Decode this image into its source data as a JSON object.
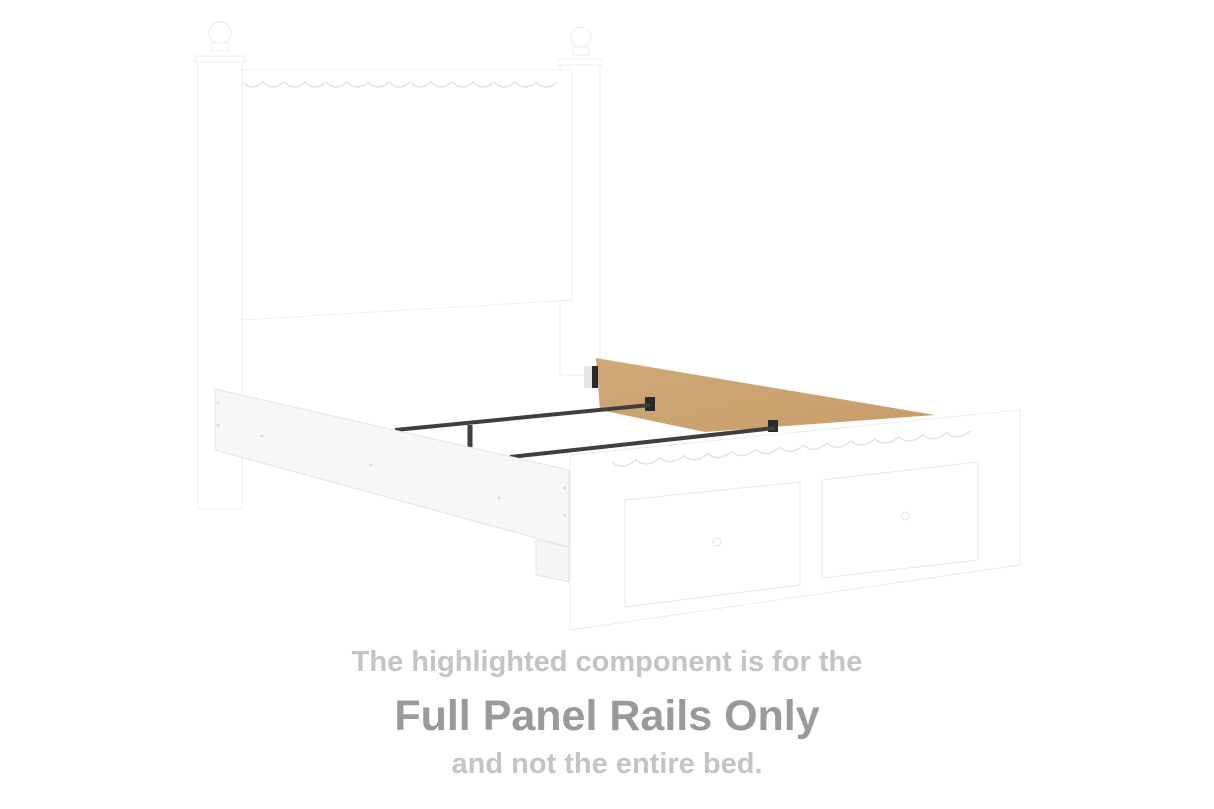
{
  "product": {
    "illustration": "bed-frame-with-highlighted-rails",
    "colors": {
      "furniture_white": "#ffffff",
      "furniture_edge": "#ececec",
      "rail_board": "#cfa877",
      "metal_slat": "#3f3f3f",
      "caption_light": "#c4c4c4",
      "caption_dark": "#9a9a9a"
    }
  },
  "caption": {
    "line1": "The highlighted component is for the",
    "line2": "Full Panel Rails Only",
    "line3": "and not the entire bed."
  }
}
